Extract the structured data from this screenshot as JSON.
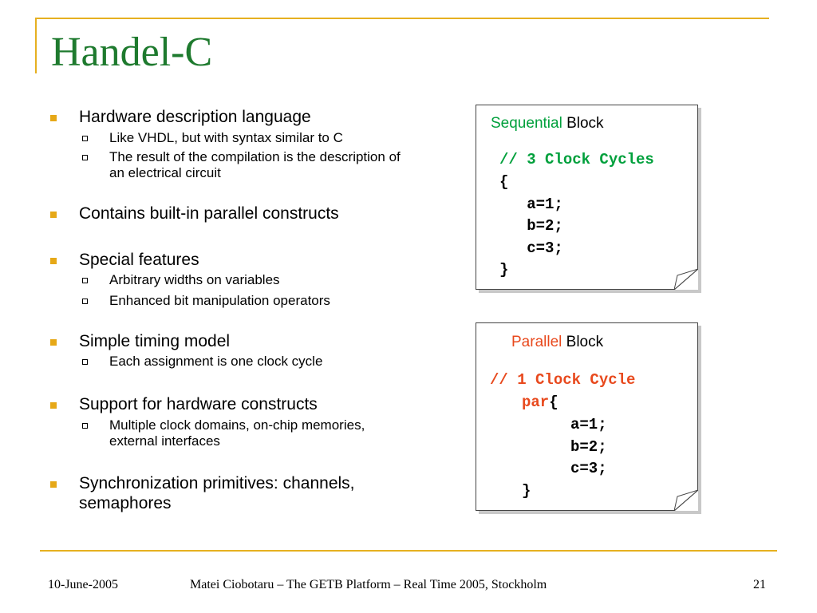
{
  "slide": {
    "title": "Handel-C",
    "bullets": [
      {
        "text": "Hardware description language",
        "subs": [
          "Like VHDL, but with syntax similar to C",
          "The result of the compilation is the description of an electrical circuit"
        ]
      },
      {
        "text": "Contains built-in parallel constructs",
        "subs": []
      },
      {
        "text": "Special features",
        "subs": [
          "Arbitrary widths on variables",
          "Enhanced bit manipulation operators"
        ]
      },
      {
        "text": "Simple timing model",
        "subs": [
          "Each assignment is one clock cycle"
        ]
      },
      {
        "text": "Support for hardware constructs",
        "subs": [
          "Multiple clock domains, on-chip memories, external interfaces"
        ]
      },
      {
        "text": "Synchronization primitives: channels, semaphores",
        "subs": []
      }
    ],
    "sequential": {
      "title_colored": "Sequential",
      "title_rest": " Block",
      "comment": "// 3 Clock Cycles",
      "lines": [
        "{",
        "   a=1;",
        "   b=2;",
        "   c=3;",
        "}"
      ]
    },
    "parallel": {
      "title_colored": "Parallel",
      "title_rest": " Block",
      "comment": "// 1 Clock Cycle",
      "par_keyword": "par",
      "par_brace": "{",
      "lines": [
        "a=1;",
        "b=2;",
        "c=3;"
      ],
      "close": "}"
    },
    "footer": {
      "date": "10-June-2005",
      "center": "Matei Ciobotaru – The GETB Platform – Real Time 2005, Stockholm",
      "page": "21"
    },
    "colors": {
      "title": "#1e7a2e",
      "accent": "#e6b020",
      "sequential": "#00a03c",
      "parallel": "#e8491d"
    }
  }
}
